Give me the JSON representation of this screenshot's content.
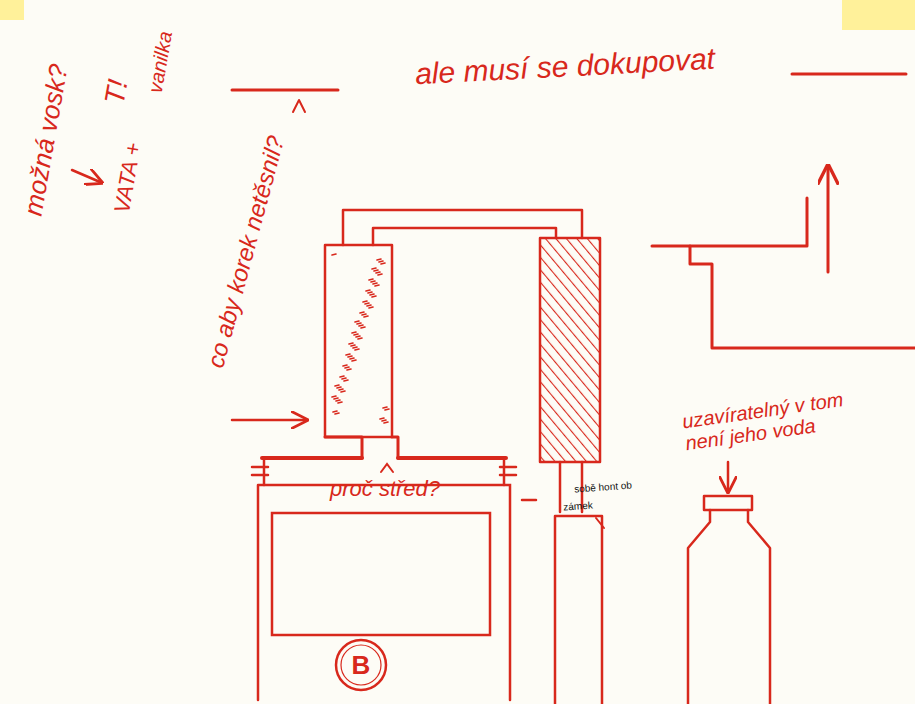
{
  "diagram": {
    "nodes": [
      {
        "text": [
          "proč střed?"
        ]
      },
      {
        "text": [
          "B"
        ],
        "in": 0
      }
    ],
    "labels": [
      "možná vosk?",
      "T!",
      "vanilka",
      "VATA +",
      "co aby korek netěsnil?",
      "ale musí se dokupovat",
      "uzavíratelný v tom není jeho voda",
      "sobě hont ob",
      "zámek"
    ]
  }
}
